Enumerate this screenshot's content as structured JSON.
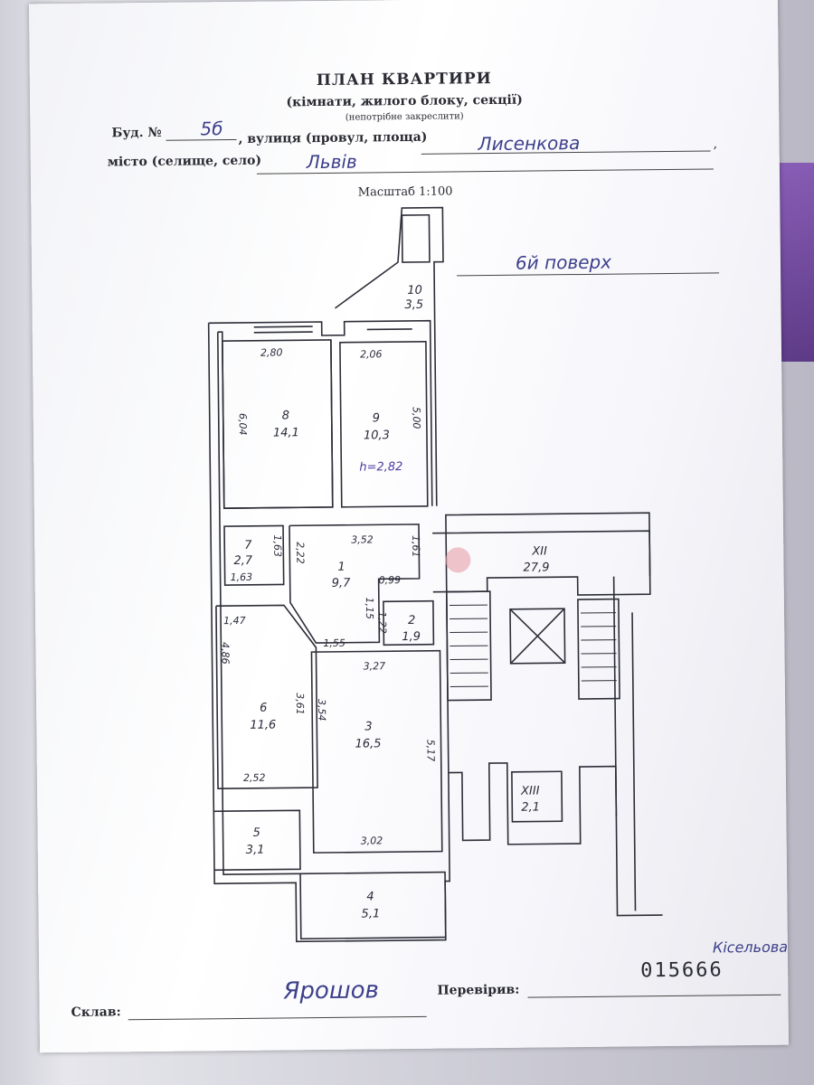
{
  "header": {
    "title": "ПЛАН КВАРТИРИ",
    "subtitle": "(кімнати, жилого блоку, секції)",
    "note": "(непотрібне закреслити)",
    "building_label": "Буд. №",
    "building_value": "5б",
    "street_label": ", вулиця (провул, площа)",
    "street_value": "Лисенкова",
    "street_end": ",",
    "city_label": "місто (селище, село)",
    "city_value": "Львів",
    "scale": "Масштаб 1:100"
  },
  "floor": "6й поверх",
  "rooms": [
    {
      "id": "room-10",
      "num": "10",
      "area": "3,5"
    },
    {
      "id": "room-8",
      "num": "8",
      "area": "14,1"
    },
    {
      "id": "room-9",
      "num": "9",
      "area": "10,3"
    },
    {
      "id": "room-7",
      "num": "7",
      "area": "2,7"
    },
    {
      "id": "room-1",
      "num": "1",
      "area": "9,7"
    },
    {
      "id": "room-XII",
      "num": "XII",
      "area": "27,9"
    },
    {
      "id": "room-2",
      "num": "2",
      "area": "1,9"
    },
    {
      "id": "room-6",
      "num": "6",
      "area": "11,6"
    },
    {
      "id": "room-3",
      "num": "3",
      "area": "16,5"
    },
    {
      "id": "room-XIII",
      "num": "XIII",
      "area": "2,1"
    },
    {
      "id": "room-5",
      "num": "5",
      "area": "3,1"
    },
    {
      "id": "room-4",
      "num": "4",
      "area": "5,1"
    }
  ],
  "height_note": "h=2,82",
  "dimensions": [
    "2,80",
    "2,06",
    "6,04",
    "5,00",
    "3,52",
    "1,61",
    "2,22",
    "1,63",
    "1,63",
    "0,99",
    "1,47",
    "1,55",
    "1,15",
    "1,22",
    "3,27",
    "4,86",
    "3,61",
    "3,54",
    "5,17",
    "2,52",
    "3,02"
  ],
  "footer": {
    "compiled_label": "Склав:",
    "compiled_name": "Ярошов",
    "checked_label": "Перевірив:",
    "number": "015666",
    "checked_name": "Кісельова"
  }
}
